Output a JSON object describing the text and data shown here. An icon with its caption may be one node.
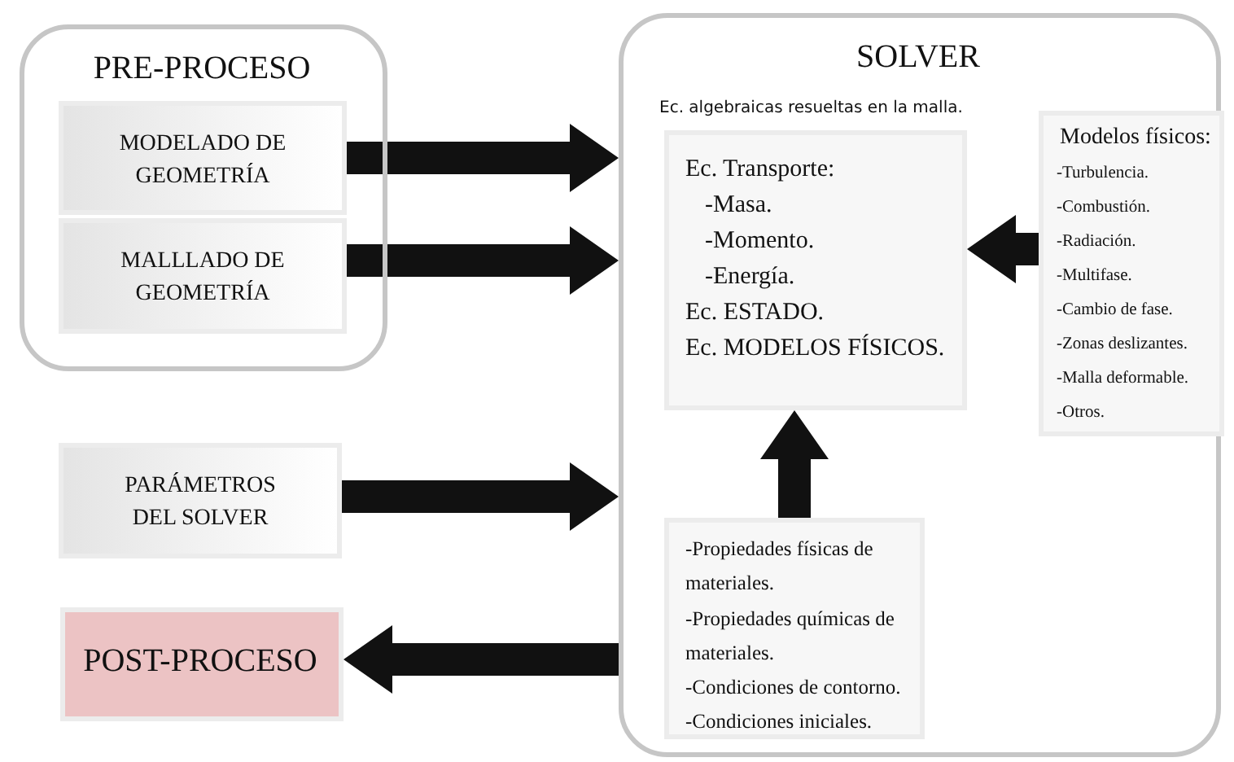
{
  "diagram": {
    "nodes": [
      {
        "text": [
          "PRE-PROCESO"
        ]
      },
      {
        "text": [
          "MODELADO DE GEOMETRÍA"
        ],
        "in": 0
      },
      {
        "text": [
          "MALLLADO DE GEOMETRÍA"
        ],
        "in": 0
      },
      {
        "text": [
          "SOLVER"
        ]
      },
      {
        "text": [
          "Ec. algebraicas resueltas en la malla.",
          "Ec. Transporte:",
          "-Masa.",
          "-Momento.",
          "-Energía.",
          "Ec. ESTADO.",
          "Ec. MODELOS FÍSICOS."
        ],
        "in": 3
      },
      {
        "text": [
          "Modelos físicos:",
          "-Turbulencia.",
          "-Combustión.",
          "-Radiación.",
          "-Multifase.",
          "-Cambio de fase.",
          "-Zonas deslizantes.",
          "-Malla deformable.",
          "-Otros."
        ],
        "in": 3
      },
      {
        "text": [
          "-Propiedades físicas de materiales.",
          "-Propiedades químicas de materiales.",
          "-Condiciones de contorno.",
          "-Condiciones iniciales."
        ],
        "in": 3
      },
      {
        "text": [
          "PARÁMETROS DEL SOLVER"
        ]
      },
      {
        "text": [
          "POST-PROCESO"
        ]
      }
    ],
    "edges": [
      {
        "from": 1,
        "to": 3,
        "arrow": "to"
      },
      {
        "from": 2,
        "to": 3,
        "arrow": "to"
      },
      {
        "from": 5,
        "to": 4,
        "arrow": "to"
      },
      {
        "from": 6,
        "to": 4,
        "arrow": "to"
      },
      {
        "from": 7,
        "to": 3,
        "arrow": "to"
      },
      {
        "from": 3,
        "to": 8,
        "arrow": "to"
      }
    ]
  }
}
